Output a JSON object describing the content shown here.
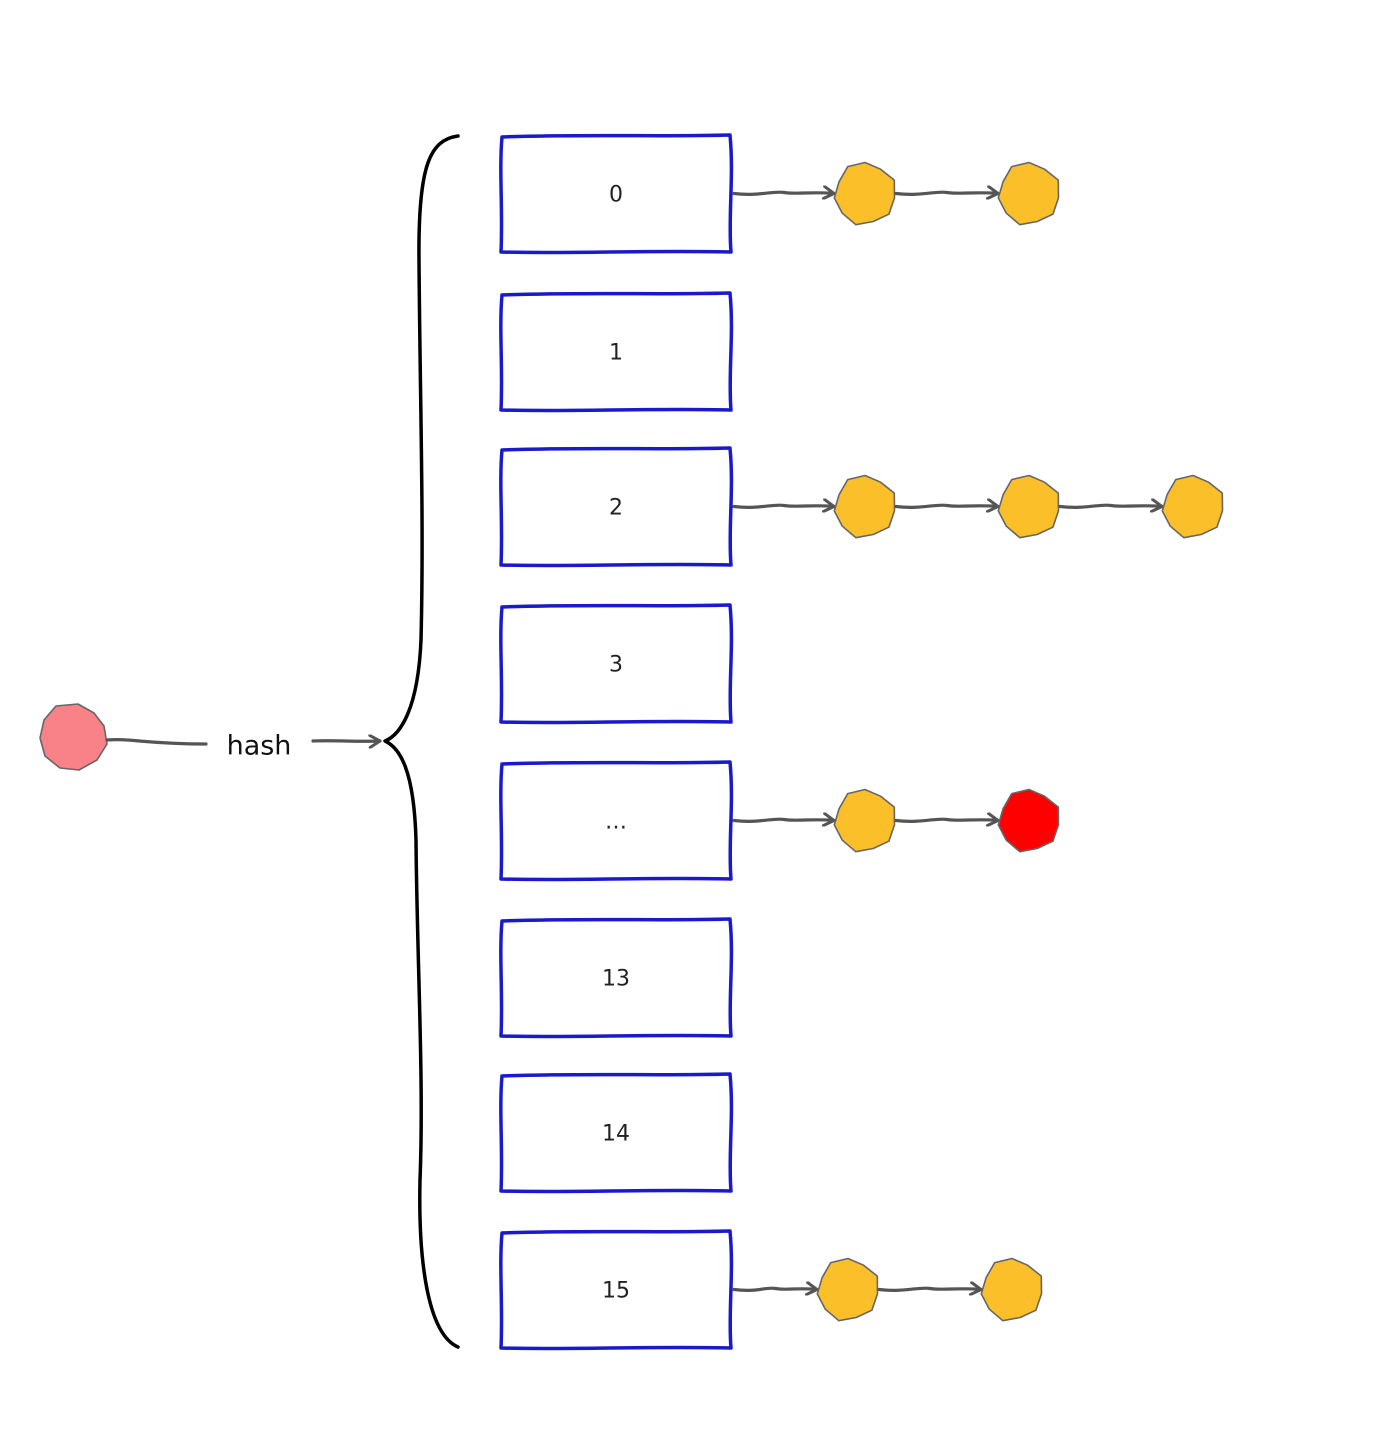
{
  "input": {
    "node_color": "#f88288",
    "function_label": "hash"
  },
  "colors": {
    "bucket_border": "#1a1acc",
    "chain_node": "#fbbf2a",
    "target_node": "#ff0000",
    "arrow": "#555555",
    "brace": "#000000"
  },
  "buckets": [
    {
      "label": "0",
      "chain_length": 2,
      "highlight_index": null
    },
    {
      "label": "1",
      "chain_length": 0,
      "highlight_index": null
    },
    {
      "label": "2",
      "chain_length": 3,
      "highlight_index": null
    },
    {
      "label": "3",
      "chain_length": 0,
      "highlight_index": null
    },
    {
      "label": "…",
      "chain_length": 2,
      "highlight_index": 1
    },
    {
      "label": "13",
      "chain_length": 0,
      "highlight_index": null
    },
    {
      "label": "14",
      "chain_length": 0,
      "highlight_index": null
    },
    {
      "label": "15",
      "chain_length": 2,
      "highlight_index": null
    }
  ]
}
